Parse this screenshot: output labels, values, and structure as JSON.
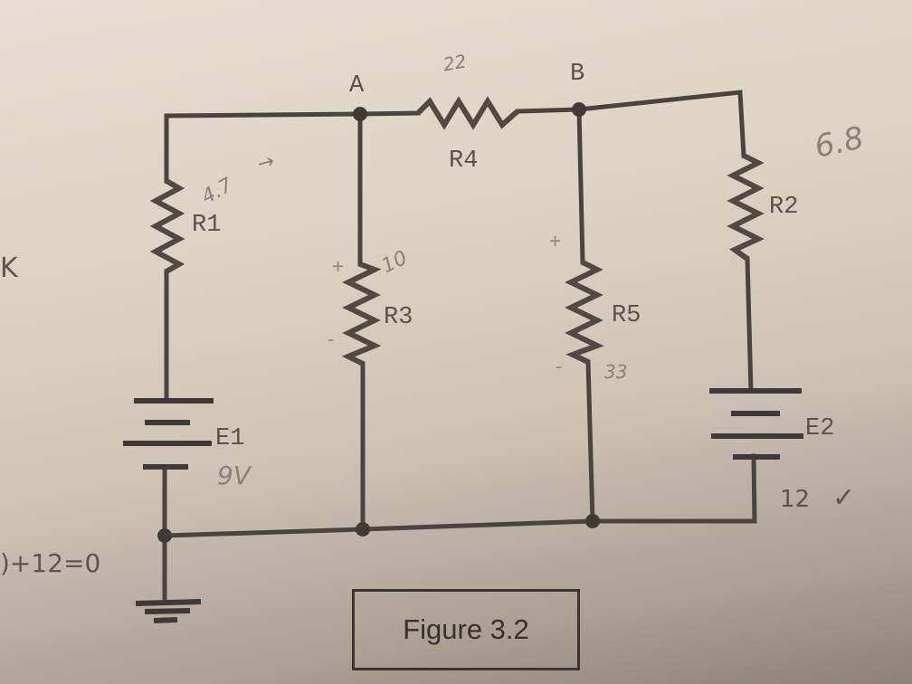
{
  "figure": {
    "caption": "Figure 3.2"
  },
  "nodes": {
    "A": "A",
    "B": "B"
  },
  "components": {
    "R1": {
      "label": "R1",
      "handwritten_value": "4.7"
    },
    "R2": {
      "label": "R2",
      "handwritten_value": "6.8"
    },
    "R3": {
      "label": "R3",
      "handwritten_value": "10"
    },
    "R4": {
      "label": "R4",
      "handwritten_value": "22"
    },
    "R5": {
      "label": "R5",
      "handwritten_value": "33"
    },
    "E1": {
      "label": "E1",
      "handwritten_value": "9V"
    },
    "E2": {
      "label": "E2",
      "handwritten_value": "12",
      "check_mark": "✓"
    }
  },
  "annotations": {
    "r1_arrow": "→",
    "r3_plus": "+",
    "r3_minus": "-",
    "r5_plus": "+",
    "r5_minus": "-",
    "left_margin_k": "K",
    "left_margin_equation": ")+12=0"
  },
  "colors": {
    "paper": "#e2d9cc",
    "ink": "#4a4440",
    "pencil": "#8a8078"
  }
}
